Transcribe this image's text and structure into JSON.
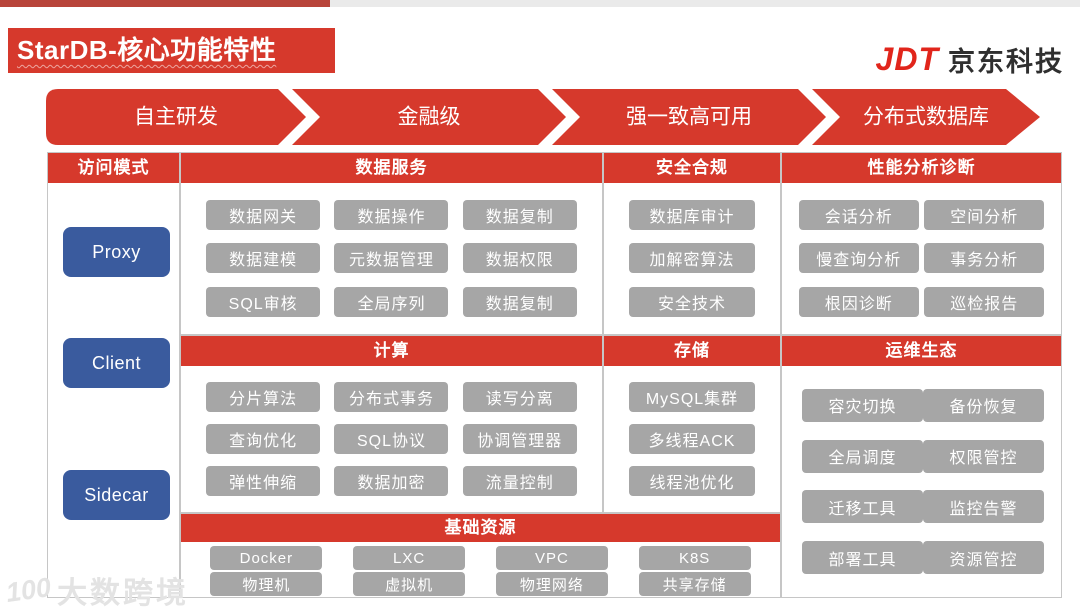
{
  "page": {
    "title": "StarDB-核心功能特性"
  },
  "logo": {
    "jdt": "JDT",
    "company": "京东科技"
  },
  "banner": {
    "segments": [
      "自主研发",
      "金融级",
      "强一致高可用",
      "分布式数据库"
    ]
  },
  "access": {
    "header": "访问模式",
    "items": [
      "Proxy",
      "Client",
      "Sidecar"
    ]
  },
  "sections": {
    "data_service": {
      "header": "数据服务",
      "items": [
        "数据网关",
        "数据操作",
        "数据复制",
        "数据建模",
        "元数据管理",
        "数据权限",
        "SQL审核",
        "全局序列",
        "数据复制"
      ]
    },
    "security": {
      "header": "安全合规",
      "items": [
        "数据库审计",
        "加解密算法",
        "安全技术"
      ]
    },
    "performance": {
      "header": "性能分析诊断",
      "items": [
        "会话分析",
        "空间分析",
        "慢查询分析",
        "事务分析",
        "根因诊断",
        "巡检报告"
      ]
    },
    "compute": {
      "header": "计算",
      "items": [
        "分片算法",
        "分布式事务",
        "读写分离",
        "查询优化",
        "SQL协议",
        "协调管理器",
        "弹性伸缩",
        "数据加密",
        "流量控制"
      ]
    },
    "storage": {
      "header": "存储",
      "items": [
        "MySQL集群",
        "多线程ACK",
        "线程池优化"
      ]
    },
    "ops": {
      "header": "运维生态",
      "items": [
        "容灾切换",
        "备份恢复",
        "全局调度",
        "权限管控",
        "迁移工具",
        "监控告警",
        "部署工具",
        "资源管控"
      ]
    },
    "infra": {
      "header": "基础资源",
      "items": [
        "Docker",
        "LXC",
        "VPC",
        "K8S",
        "物理机",
        "虚拟机",
        "物理网络",
        "共享存储"
      ]
    }
  },
  "watermark": {
    "logo": "100",
    "text": "大数跨境"
  },
  "colors": {
    "accent_red": "#d6392c",
    "button_gray": "#a6a6a6",
    "button_blue": "#3a5b9e",
    "jd_red": "#e1251b",
    "progress_played": "#b8443a",
    "progress_track": "#eaeaea"
  }
}
